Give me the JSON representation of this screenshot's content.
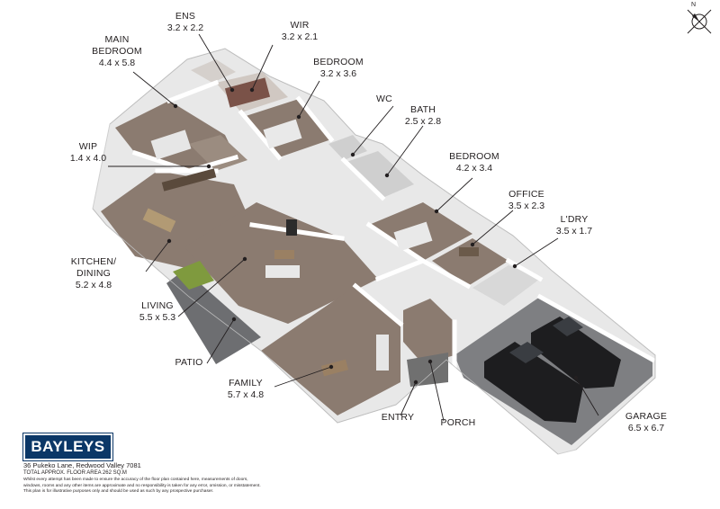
{
  "rooms": [
    {
      "name": "ENS",
      "dims": "3.2 x 2.2"
    },
    {
      "name": "WIR",
      "dims": "3.2 x 2.1"
    },
    {
      "name": "MAIN BEDROOM",
      "dims": "4.4 x 5.8"
    },
    {
      "name": "BEDROOM",
      "dims": "3.2 x 3.6"
    },
    {
      "name": "WC",
      "dims": ""
    },
    {
      "name": "BATH",
      "dims": "2.5 x 2.8"
    },
    {
      "name": "WIP",
      "dims": "1.4 x 4.0"
    },
    {
      "name": "BEDROOM",
      "dims": "4.2 x 3.4"
    },
    {
      "name": "OFFICE",
      "dims": "3.5 x 2.3"
    },
    {
      "name": "L'DRY",
      "dims": "3.5 x 1.7"
    },
    {
      "name": "KITCHEN/ DINING",
      "dims": "5.2 x 4.8"
    },
    {
      "name": "LIVING",
      "dims": "5.5 x 5.3"
    },
    {
      "name": "PATIO",
      "dims": ""
    },
    {
      "name": "FAMILY",
      "dims": "5.7 x 4.8"
    },
    {
      "name": "ENTRY",
      "dims": ""
    },
    {
      "name": "PORCH",
      "dims": ""
    },
    {
      "name": "GARAGE",
      "dims": "6.5 x 6.7"
    }
  ],
  "footer": {
    "brand": "BAYLEYS",
    "address": "36 Pukeko Lane, Redwood Valley 7081",
    "floor_area": "TOTAL APPROX. FLOOR AREA 262 SQ.M",
    "disclaimer_1": "Whilst every attempt has been made to ensure the accuracy of the floor plan contained here, measurements of doors,",
    "disclaimer_2": "windows, rooms and any other items are approximate and no responsibility is taken for any error, omission, or misstatement.",
    "disclaimer_3": "This plan is for illustrative purposes only and should be used as such by any prospective purchaser."
  },
  "compass": {
    "north": "N"
  },
  "colors": {
    "floor": "#8b7b70",
    "wall": "#f4f4f4",
    "wall_shadow": "#d8d8d8",
    "garage_floor": "#7e7f82",
    "brand": "#0b3767",
    "text": "#231f20"
  }
}
